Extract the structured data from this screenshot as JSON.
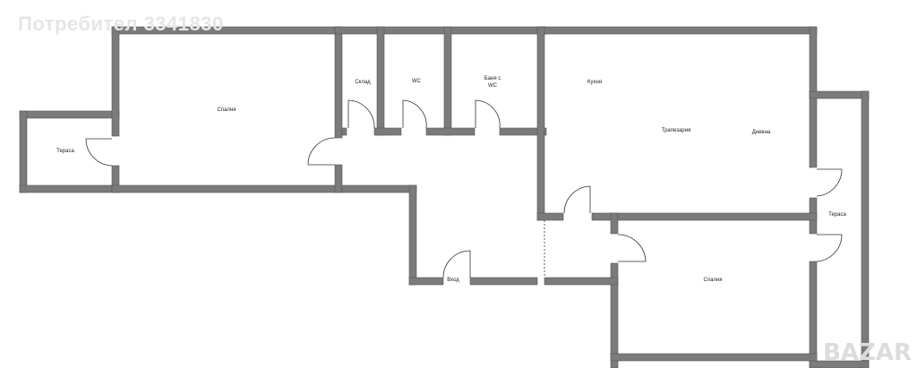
{
  "watermarks": {
    "user": "Потребител 3341830",
    "brand": "BAZAR"
  },
  "rooms": {
    "terrace_left": "Тераса",
    "bedroom_1": "Спалня",
    "storage": "Склад",
    "wc": "WC",
    "bathroom_line1": "Баня с",
    "bathroom_line2": "WC",
    "kitchen": "Кухня",
    "dining": "Трапезария",
    "living": "Дневна",
    "terrace_right": "Тераса",
    "bedroom_2": "Спалня",
    "entrance": "Вход"
  }
}
